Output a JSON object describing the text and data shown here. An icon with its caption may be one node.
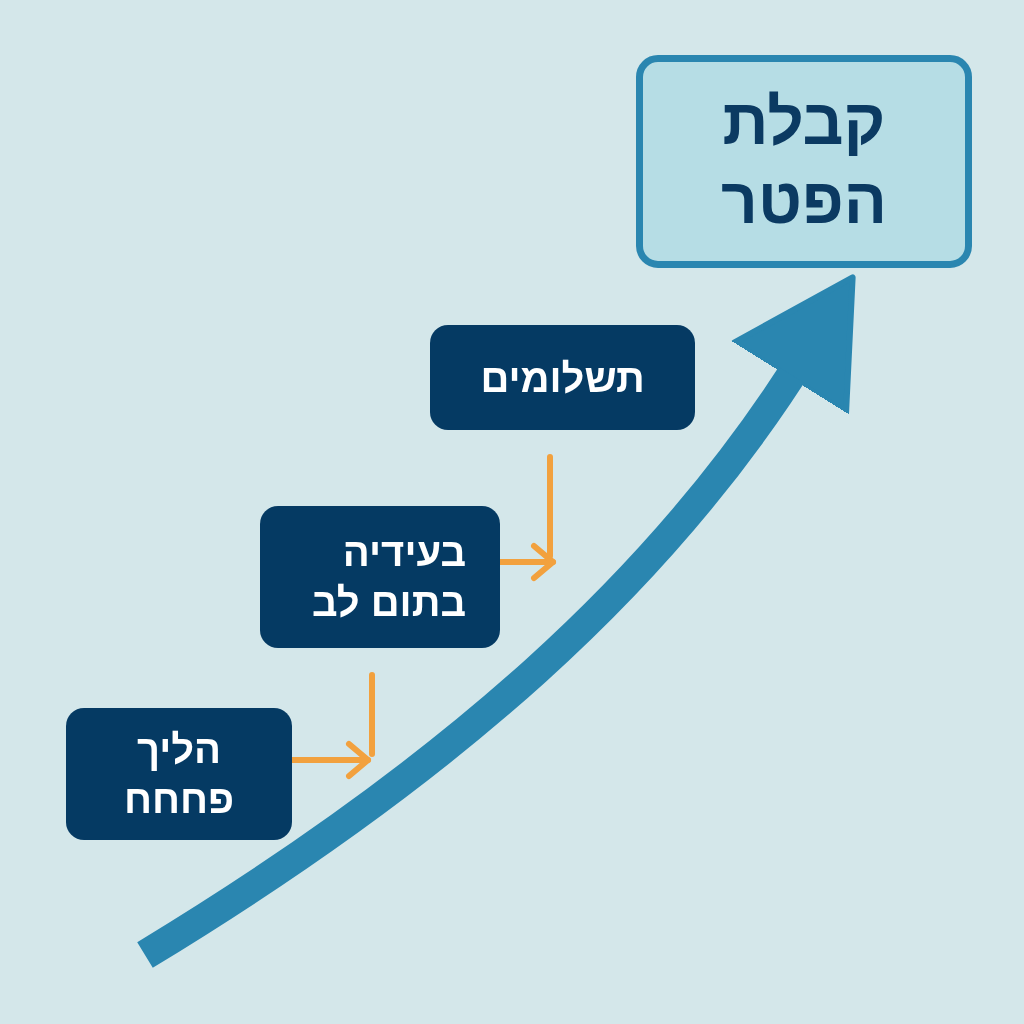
{
  "diagram": {
    "nodes": [
      {
        "text": [
          "קבלת הפטר"
        ]
      },
      {
        "text": [
          "תשלומים"
        ]
      },
      {
        "text": [
          "בעידיה בתום לב"
        ]
      },
      {
        "text": [
          "הליך פחחח"
        ]
      }
    ],
    "edges": [
      {
        "from": 3,
        "to": null,
        "arrow": "to"
      },
      {
        "from": 2,
        "to": null,
        "arrow": "to"
      },
      {
        "from": null,
        "to": 0,
        "arrow": "to",
        "style": "thick",
        "color": "#2a86b0"
      }
    ]
  }
}
